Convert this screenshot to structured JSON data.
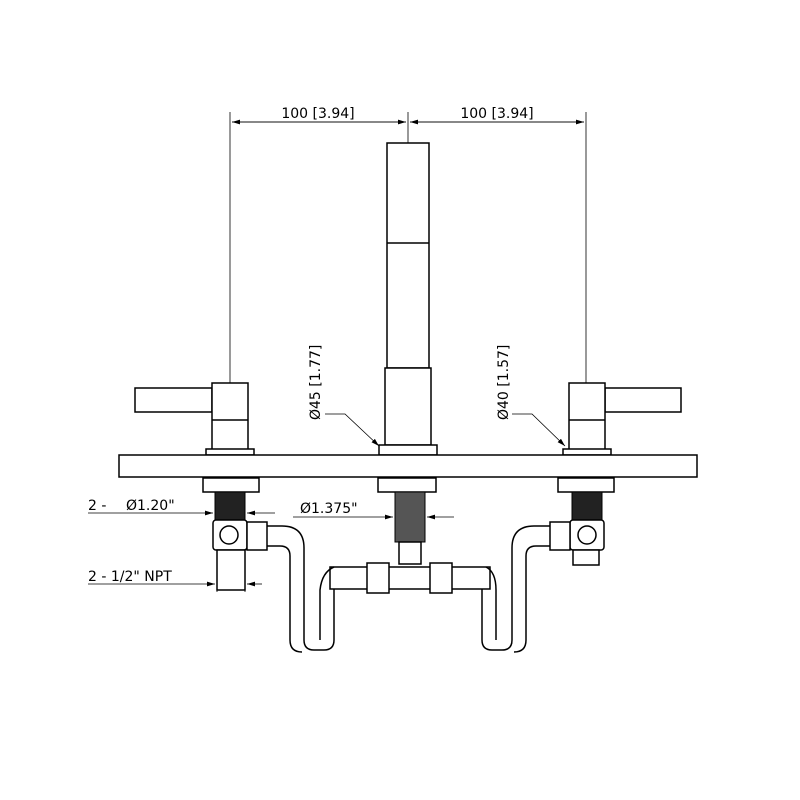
{
  "dimensions": {
    "left_spacing": "100 [3.94]",
    "right_spacing": "100 [3.94]",
    "spout_diameter": "Ø45 [1.77]",
    "handle_diameter": "Ø40 [1.57]",
    "handle_shank_prefix": "2 -",
    "handle_shank": "Ø1.20\"",
    "spout_shank": "Ø1.375\"",
    "inlet": "2 - 1/2\" NPT"
  },
  "colors": {
    "line": "#000000",
    "background": "#ffffff"
  }
}
